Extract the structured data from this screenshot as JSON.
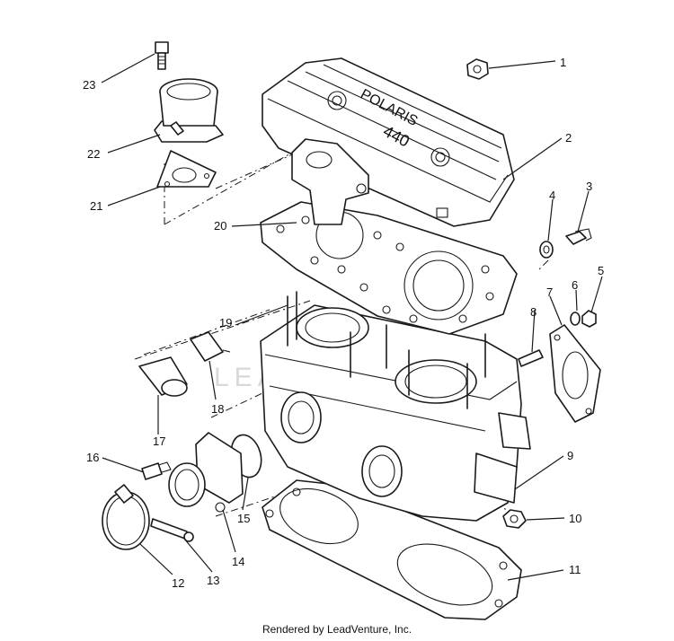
{
  "credit": "Rendered by LeadVenture, Inc.",
  "watermark": "LEADVENTURE",
  "cover_text": {
    "brand": "POLARIS",
    "model": "440"
  },
  "callouts": [
    "1",
    "2",
    "3",
    "4",
    "5",
    "6",
    "7",
    "8",
    "9",
    "10",
    "11",
    "12",
    "13",
    "14",
    "15",
    "16",
    "17",
    "18",
    "19",
    "20",
    "21",
    "22",
    "23"
  ]
}
